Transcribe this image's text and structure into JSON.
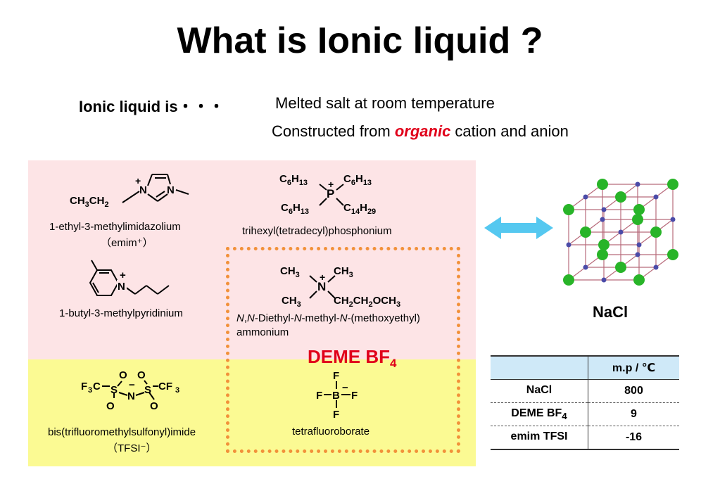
{
  "title": "What is Ionic liquid ?",
  "intro": {
    "label": "Ionic liquid is・・・",
    "line1": "Melted salt at room temperature",
    "line2_prefix": "Constructed from ",
    "line2_emph": "organic",
    "line2_suffix": " cation and  anion"
  },
  "cations": {
    "emim": {
      "name": "1-ethyl-3-methylimidazolium",
      "abbr": "（emim⁺）"
    },
    "phosphonium": {
      "name": "trihexyl(tetradecyl)phosphonium"
    },
    "pyridinium": {
      "name": "1-butyl-3-methylpyridinium"
    },
    "ammonium": {
      "name_part1": "N",
      "name_part2": ",",
      "name_part3": "N",
      "name_part4": "-Diethyl-",
      "name_part5": "N",
      "name_part6": "-methyl-",
      "name_part7": "N",
      "name_part8": "-(methoxyethyl)",
      "name_line2": "ammonium"
    }
  },
  "anions": {
    "tfsi": {
      "name": "bis(trifluoromethylsulfonyl)imide",
      "abbr": "（TFSI⁻）"
    },
    "bf4": {
      "name": "tetrafluoroborate"
    }
  },
  "deme_label": {
    "main": "DEME BF",
    "sub": "4"
  },
  "nacl_label": "NaCl",
  "mp_table": {
    "header": [
      "",
      "m.p / ℃"
    ],
    "rows": [
      {
        "name": "NaCl",
        "sub": "",
        "mp": "800"
      },
      {
        "name": "DEME BF",
        "sub": "4",
        "mp": "9"
      },
      {
        "name": "emim TFSI",
        "sub": "",
        "mp": "-16"
      }
    ]
  },
  "colors": {
    "pink_panel": "#fde4e6",
    "yellow_panel": "#fbfa93",
    "accent_red": "#e0001a",
    "dashed_orange": "#f2913a",
    "arrow_blue": "#55c8f0",
    "na_atom": "#28b428",
    "cl_atom": "#4b4ba8",
    "lattice": "#b86a7a",
    "table_header": "#cfe9f8"
  }
}
